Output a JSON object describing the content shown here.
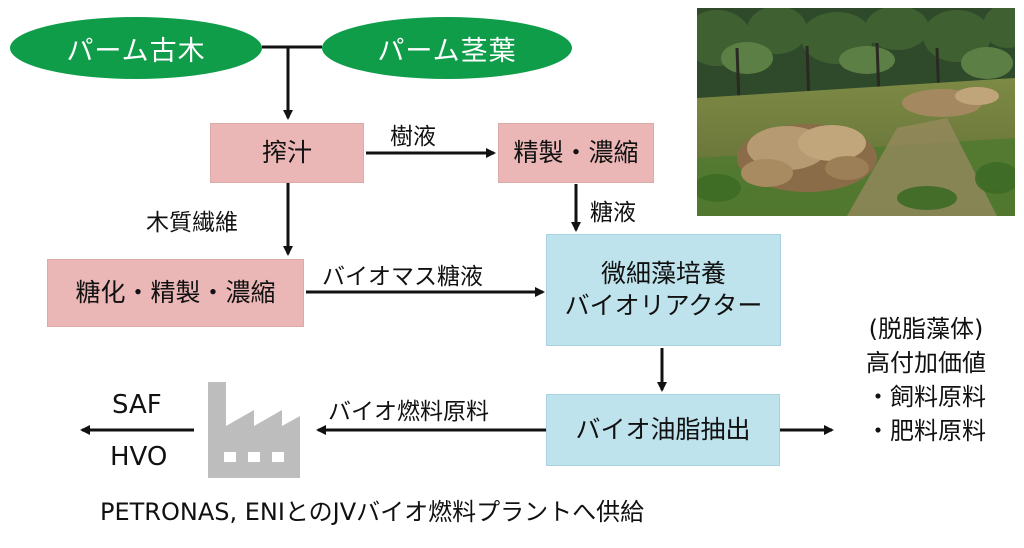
{
  "nodes": {
    "palm_old_trees": "パーム古木",
    "palm_stems_leaves": "パーム茎葉",
    "squeeze": "搾汁",
    "refine_concentrate_1": "精製・濃縮",
    "saccharify_refine_concentrate": "糖化・精製・濃縮",
    "microalgae_culture_line1": "微細藻培養",
    "microalgae_culture_line2": "バイオリアクター",
    "bio_oil_extraction": "バイオ油脂抽出"
  },
  "edge_labels": {
    "sap": "樹液",
    "sugar_solution": "糖液",
    "wood_fiber": "木質繊維",
    "biomass_sugar": "バイオマス糖液",
    "biofuel_feedstock": "バイオ燃料原料"
  },
  "outputs": {
    "saf": "SAF",
    "hvo": "HVO"
  },
  "side_products": {
    "title": "(脱脂藻体)",
    "subtitle": "高付加価値",
    "item1": "・飼料原料",
    "item2": "・肥料原料"
  },
  "footer": "PETRONAS, ENIとのJVバイオ燃料プラントへ供給",
  "colors": {
    "oval_green": "#0f9d4a",
    "box_pink": "#eab6b6",
    "box_blue": "#bfe3ec",
    "factory_gray": "#bdbdbd",
    "arrow": "#111111"
  },
  "icons": {
    "factory": "factory-icon",
    "photo": "palm-plantation-photo"
  }
}
